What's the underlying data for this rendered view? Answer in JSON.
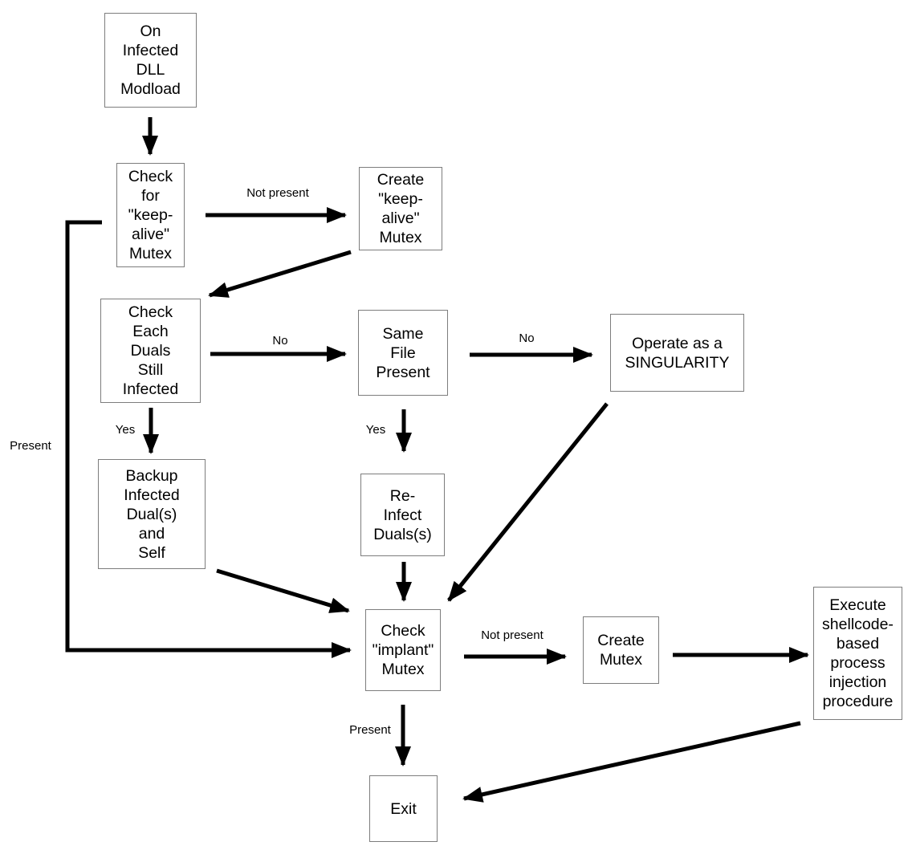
{
  "diagram": {
    "type": "flowchart",
    "colors": {
      "node_border": "#7d7d7d",
      "node_background": "#ffffff",
      "arrow": "#000000",
      "text": "#000000"
    },
    "nodes": [
      {
        "id": "on-infected-dll-modload",
        "label": "On\nInfected\nDLL\nModload"
      },
      {
        "id": "check-keepalive-mutex",
        "label": "Check\nfor\n\"keep-\nalive\"\nMutex"
      },
      {
        "id": "create-keepalive-mutex",
        "label": "Create\n\"keep-\nalive\"\nMutex"
      },
      {
        "id": "check-each-duals-still-infected",
        "label": "Check\nEach\nDuals\nStill\nInfected"
      },
      {
        "id": "same-file-present",
        "label": "Same\nFile\nPresent"
      },
      {
        "id": "operate-as-singularity",
        "label": "Operate as a\nSINGULARITY"
      },
      {
        "id": "backup-infected-duals-and-self",
        "label": "Backup\nInfected\nDual(s)\nand\nSelf"
      },
      {
        "id": "re-infect-duals",
        "label": "Re-\nInfect\nDuals(s)"
      },
      {
        "id": "check-implant-mutex",
        "label": "Check\n\"implant\"\nMutex"
      },
      {
        "id": "create-mutex",
        "label": "Create\nMutex"
      },
      {
        "id": "execute-shellcode-injection",
        "label": "Execute\nshellcode-\nbased\nprocess\ninjection\nprocedure"
      },
      {
        "id": "exit",
        "label": "Exit"
      }
    ],
    "edges": [
      {
        "from": "on-infected-dll-modload",
        "to": "check-keepalive-mutex",
        "label": ""
      },
      {
        "from": "check-keepalive-mutex",
        "to": "create-keepalive-mutex",
        "label": "Not present"
      },
      {
        "from": "create-keepalive-mutex",
        "to": "check-each-duals-still-infected",
        "label": ""
      },
      {
        "from": "check-each-duals-still-infected",
        "to": "same-file-present",
        "label": "No"
      },
      {
        "from": "same-file-present",
        "to": "operate-as-singularity",
        "label": "No"
      },
      {
        "from": "check-each-duals-still-infected",
        "to": "backup-infected-duals-and-self",
        "label": "Yes"
      },
      {
        "from": "same-file-present",
        "to": "re-infect-duals",
        "label": "Yes"
      },
      {
        "from": "operate-as-singularity",
        "to": "check-implant-mutex",
        "label": ""
      },
      {
        "from": "backup-infected-duals-and-self",
        "to": "check-implant-mutex",
        "label": ""
      },
      {
        "from": "re-infect-duals",
        "to": "check-implant-mutex",
        "label": ""
      },
      {
        "from": "check-keepalive-mutex",
        "to": "check-implant-mutex",
        "label": "Present"
      },
      {
        "from": "check-implant-mutex",
        "to": "create-mutex",
        "label": "Not present"
      },
      {
        "from": "create-mutex",
        "to": "execute-shellcode-injection",
        "label": ""
      },
      {
        "from": "check-implant-mutex",
        "to": "exit",
        "label": "Present"
      },
      {
        "from": "execute-shellcode-injection",
        "to": "exit",
        "label": ""
      }
    ]
  }
}
